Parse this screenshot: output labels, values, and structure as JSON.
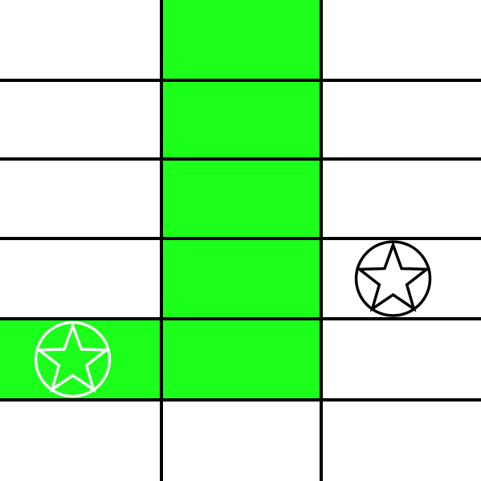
{
  "board": {
    "rows": 6,
    "cols": 3,
    "background_color": "#ffffff",
    "filled_color": "#1bff1b",
    "line_color": "#000000",
    "filled_cells": [
      {
        "row": 0,
        "col": 1
      },
      {
        "row": 1,
        "col": 1
      },
      {
        "row": 2,
        "col": 1
      },
      {
        "row": 3,
        "col": 1
      },
      {
        "row": 4,
        "col": 0
      },
      {
        "row": 4,
        "col": 1
      }
    ],
    "pieces": [
      {
        "name": "star-piece-black",
        "icon": "pentagram-circle-icon",
        "color": "#000000",
        "row": 3,
        "col": 2
      },
      {
        "name": "star-piece-white",
        "icon": "pentagram-circle-icon",
        "color": "#ffffff",
        "row": 4,
        "col": 0
      }
    ]
  }
}
